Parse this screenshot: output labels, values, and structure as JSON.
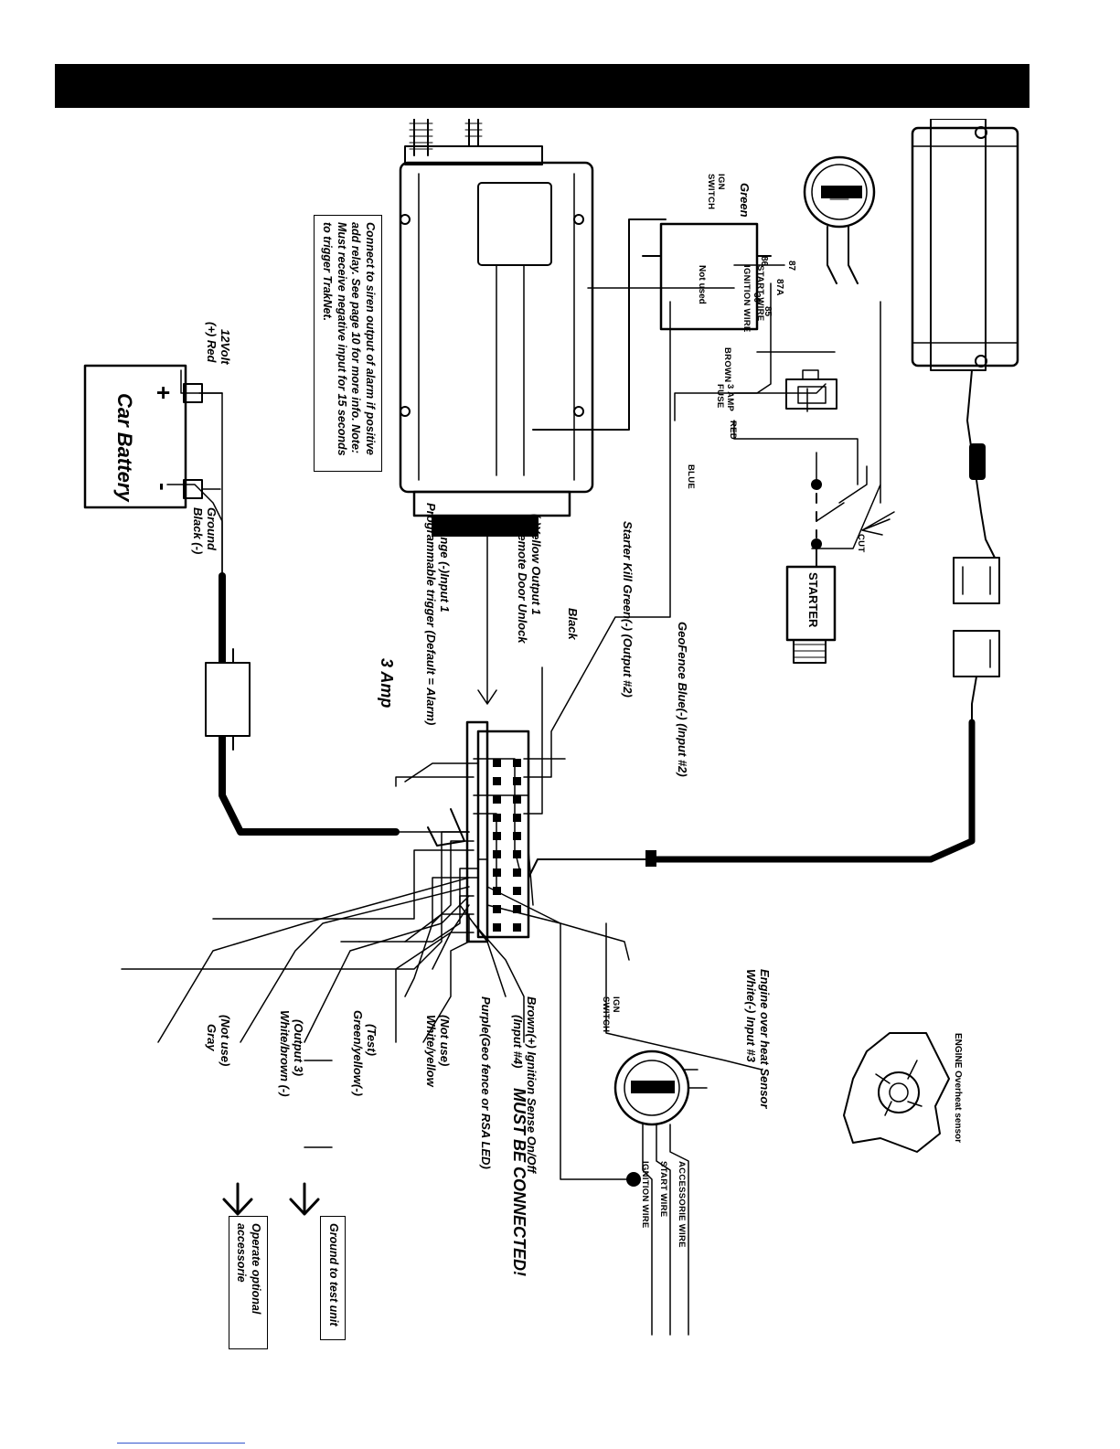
{
  "header": {
    "bar_color": "#000000"
  },
  "wire_labels": {
    "green": "Green",
    "not_used_relay": "Not used",
    "ign_switch_top": "IGN\nSWITCH",
    "start_wire_top": "START WIRE",
    "ignition_wire_top": "IGNITION WIRE",
    "fuse": "3 AMP\nFUSE",
    "brown": "BROWN",
    "red": "RED",
    "blue": "BLUE",
    "cut": "CUT",
    "starter": "STARTER",
    "relay_pins": [
      "87",
      "87A",
      "86",
      "85",
      "30"
    ],
    "geofence": "GeoFence Blue(-) (Input #2)",
    "starter_kill": "Starter Kill Green(-) (Output #2)",
    "black": "Black",
    "yellow": "(-)Yellow Output 1",
    "remote_door": "Remote Door Unlock",
    "orange": "Orange (-)Input 1",
    "programmable": "Programmable trigger  (Default = Alarm)",
    "three_amp": "3 Amp",
    "twelve_volt": "12Volt",
    "plus_red": "(+) Red",
    "ground": "Ground",
    "black_neg": "Black (-)",
    "plus": "+",
    "minus": "-",
    "car_battery": "Car Battery",
    "engine_overheat_sensor": "ENGINE Overheat sensor",
    "engine_over_heat": "Engine over heat Sensor",
    "white_input3": "White(-) Input #3",
    "ign_switch_bottom": "IGN\nSWITCH",
    "brown_ign": "Brown(+) Ignition Sense On/Off",
    "input4": "(Input #4)",
    "must_connect": "MUST BE CONNECTED!",
    "accessorie_wire": "ACCESSORIE WIRE",
    "start_wire_bottom": "START WIRE",
    "ignition_wire_bottom": "IGNITION WIRE",
    "purple": "Purple(Geo fence or RSA LED)",
    "not_use_wy": "(Not use)",
    "white_yellow": "White/yellow",
    "test": "(Test)",
    "green_yellow": "Green/yellow(-)",
    "output3": "(Output 3)",
    "white_brown": "White/brown (-)",
    "not_use_gray": "(Not use)",
    "gray": "Gray"
  },
  "notes": {
    "siren": "Connect to siren output of alarm if positive add relay. See page 10 for more info. Note: Must receive negative input for 15 seconds to trigger TrakNet.",
    "ground_test": "Ground to test unit",
    "operate": "Operate optional accessorie"
  }
}
